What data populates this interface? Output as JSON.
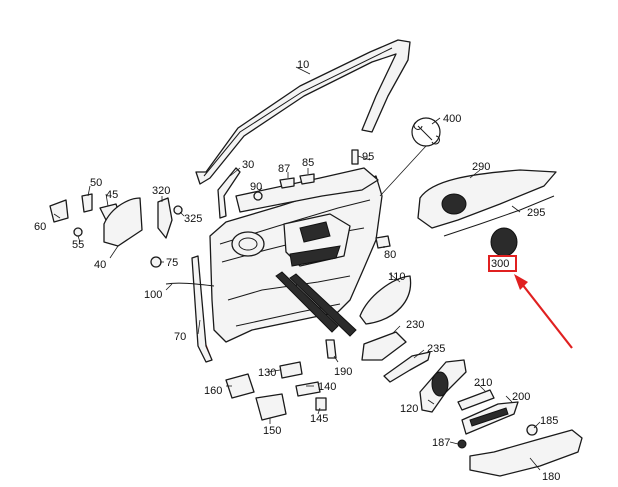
{
  "diagram": {
    "labels": {
      "p10": "10",
      "p30": "30",
      "p40": "40",
      "p45": "45",
      "p50": "50",
      "p55": "55",
      "p60": "60",
      "p70": "70",
      "p75": "75",
      "p80": "80",
      "p85": "85",
      "p87": "87",
      "p90": "90",
      "p95": "95",
      "p100": "100",
      "p110": "110",
      "p120": "120",
      "p130": "130",
      "p140": "140",
      "p145": "145",
      "p150": "150",
      "p160": "160",
      "p180": "180",
      "p185": "185",
      "p187": "187",
      "p190": "190",
      "p200": "200",
      "p210": "210",
      "p230": "230",
      "p235": "235",
      "p290": "290",
      "p295": "295",
      "p300": "300",
      "p320": "320",
      "p325": "325",
      "p400": "400"
    },
    "highlighted_part": "300",
    "colors": {
      "highlight": "#e02020",
      "line": "#1a1a1a"
    }
  }
}
